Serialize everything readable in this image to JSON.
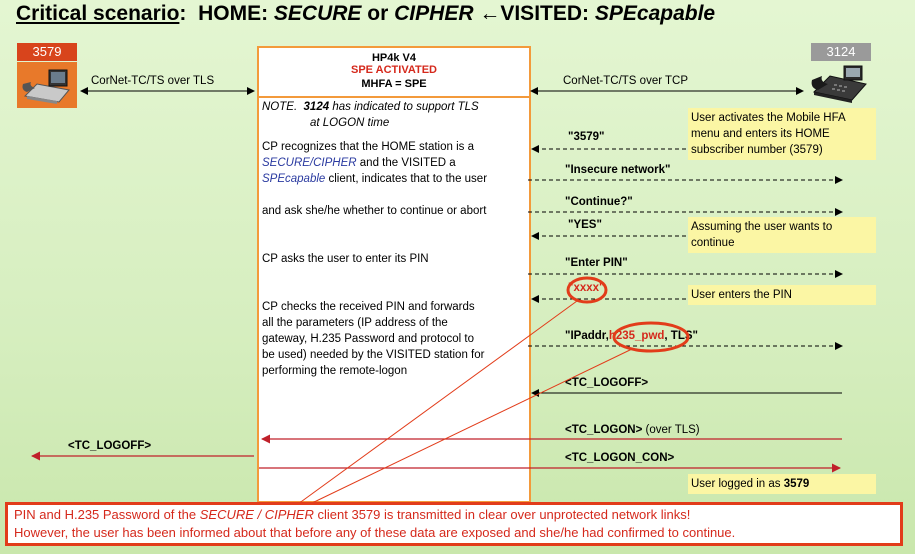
{
  "title": {
    "prefix": "Critical scenario",
    "colon": ":",
    "home": "HOME:",
    "secure": "SECURE",
    "or": "or",
    "cipher": "CIPHER",
    "arrow": "←",
    "visited": "VISITED:",
    "spe": "SPEcapable"
  },
  "stations": {
    "home_number": "3579",
    "visited_number": "3124"
  },
  "connections": {
    "left": "CorNet-TC/TS over TLS",
    "right": "CorNet-TC/TS over TCP"
  },
  "cp": {
    "name": "HP4k V4",
    "status": "SPE ACTIVATED",
    "mhfa": "MHFA = SPE"
  },
  "cp_text": {
    "note_label": "NOTE.",
    "note_num": "3124",
    "note_rest1": "has indicated to support TLS",
    "note_rest2": "at LOGON time",
    "p1a": "CP recognizes that the HOME station is a",
    "p1b_secure": "SECURE/CIPHER",
    "p1b_rest": "and the VISITED a",
    "p1c_spe": "SPEcapable",
    "p1c_rest": "client, indicates that to the user",
    "p2": "and ask she/he whether to continue or abort",
    "p3": "CP asks the user to enter its PIN",
    "p4a": "CP checks the received PIN and forwards",
    "p4b": "all the parameters (IP address of the",
    "p4c": "gateway, H.235 Password and protocol to",
    "p4d": "be used) needed by the VISITED station for",
    "p4e": "performing the remote-logon"
  },
  "notes": {
    "n1a": "User activates the Mobile HFA",
    "n1b": "menu and enters its HOME",
    "n1c": "subscriber number (3579)",
    "n2a": "Assuming the user wants to",
    "n2b": "continue",
    "n3": "User enters the PIN",
    "n4_pre": "User logged in as",
    "n4_num": "3579"
  },
  "messages": {
    "m1": "\"3579\"",
    "m2": "\"Insecure network\"",
    "m3": "\"Continue?\"",
    "m4": "\"YES\"",
    "m5": "\"Enter PIN\"",
    "m6": "\"xxxx\"",
    "m7_pre": "\"IPaddr,",
    "m7_pwd": "h235_pwd",
    "m7_post": ", TLS\"",
    "m8": "<TC_LOGOFF>",
    "m9": "<TC_LOGON>",
    "m9_suffix": "(over TLS)",
    "m10": "<TC_LOGON_CON>",
    "m_left": "<TC_LOGOFF>"
  },
  "warning": {
    "l1_pre": "PIN and H.235 Password of the",
    "l1_italic": "SECURE / CIPHER",
    "l1_post": "client 3579 is transmitted in clear over unprotected network links!",
    "l2": "However, the user has been informed about that before any of these data are exposed and she/he had confirmed to continue."
  },
  "colors": {
    "accent_red": "#d5291c",
    "orange_border": "#f39a3b",
    "note_yellow": "#fbf6a4",
    "bg_green": "#d6eebf"
  }
}
